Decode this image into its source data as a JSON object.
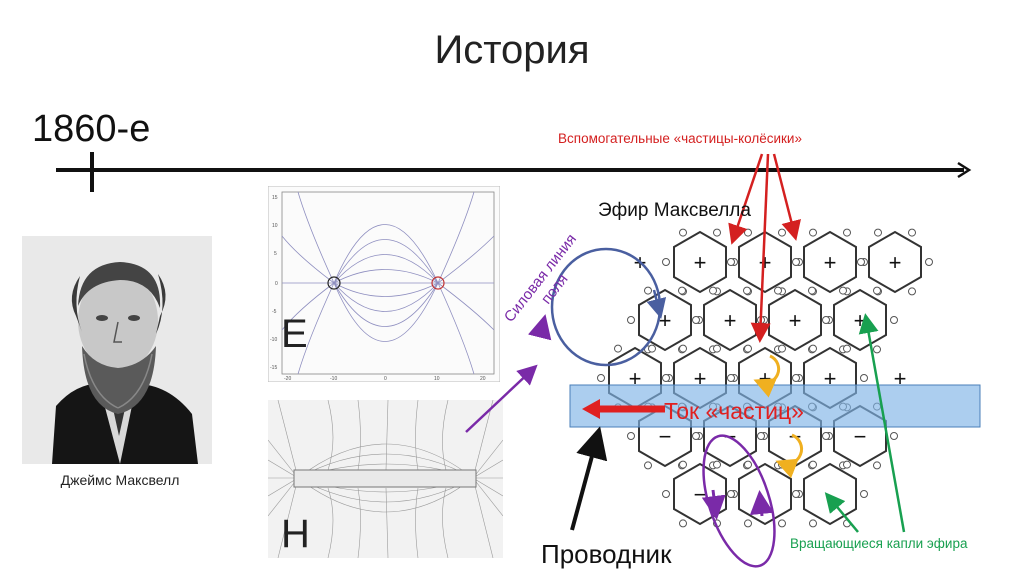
{
  "slide": {
    "title": "История",
    "era": "1860-е"
  },
  "portrait": {
    "caption": "Джеймс Максвелл"
  },
  "fields": {
    "electric_label": "E",
    "magnetic_label": "H",
    "e_axis_left": [
      "15",
      "10",
      "5",
      "0",
      "-5",
      "-10",
      "-15"
    ],
    "e_axis_bottom": [
      "-20",
      "-10",
      "0",
      "10",
      "20"
    ]
  },
  "ether": {
    "title": "Эфир Максвелла",
    "wheels_label": "Вспомогательные «частицы-колёсики»",
    "current_label": "Ток «частиц»",
    "conductor_label": "Проводник",
    "drops_label": "Вращающиеся капли эфира",
    "field_line_label": "Силовая линия поля",
    "cell_signs": [
      "+",
      "+",
      "+",
      "+",
      "+",
      "+",
      "+",
      "+",
      "+",
      "+",
      "+",
      "+",
      "+",
      "+",
      "−",
      "−",
      "−",
      "−",
      "−",
      "−",
      "−",
      "−",
      "−"
    ]
  },
  "colors": {
    "wheels": "#d42020",
    "current": "#e02020",
    "drops": "#18a050",
    "field_line": "#7a2aa8",
    "conductor_band": "#7fb3e6",
    "loop": "#4a5fa0",
    "rotation": "#f0b020"
  }
}
